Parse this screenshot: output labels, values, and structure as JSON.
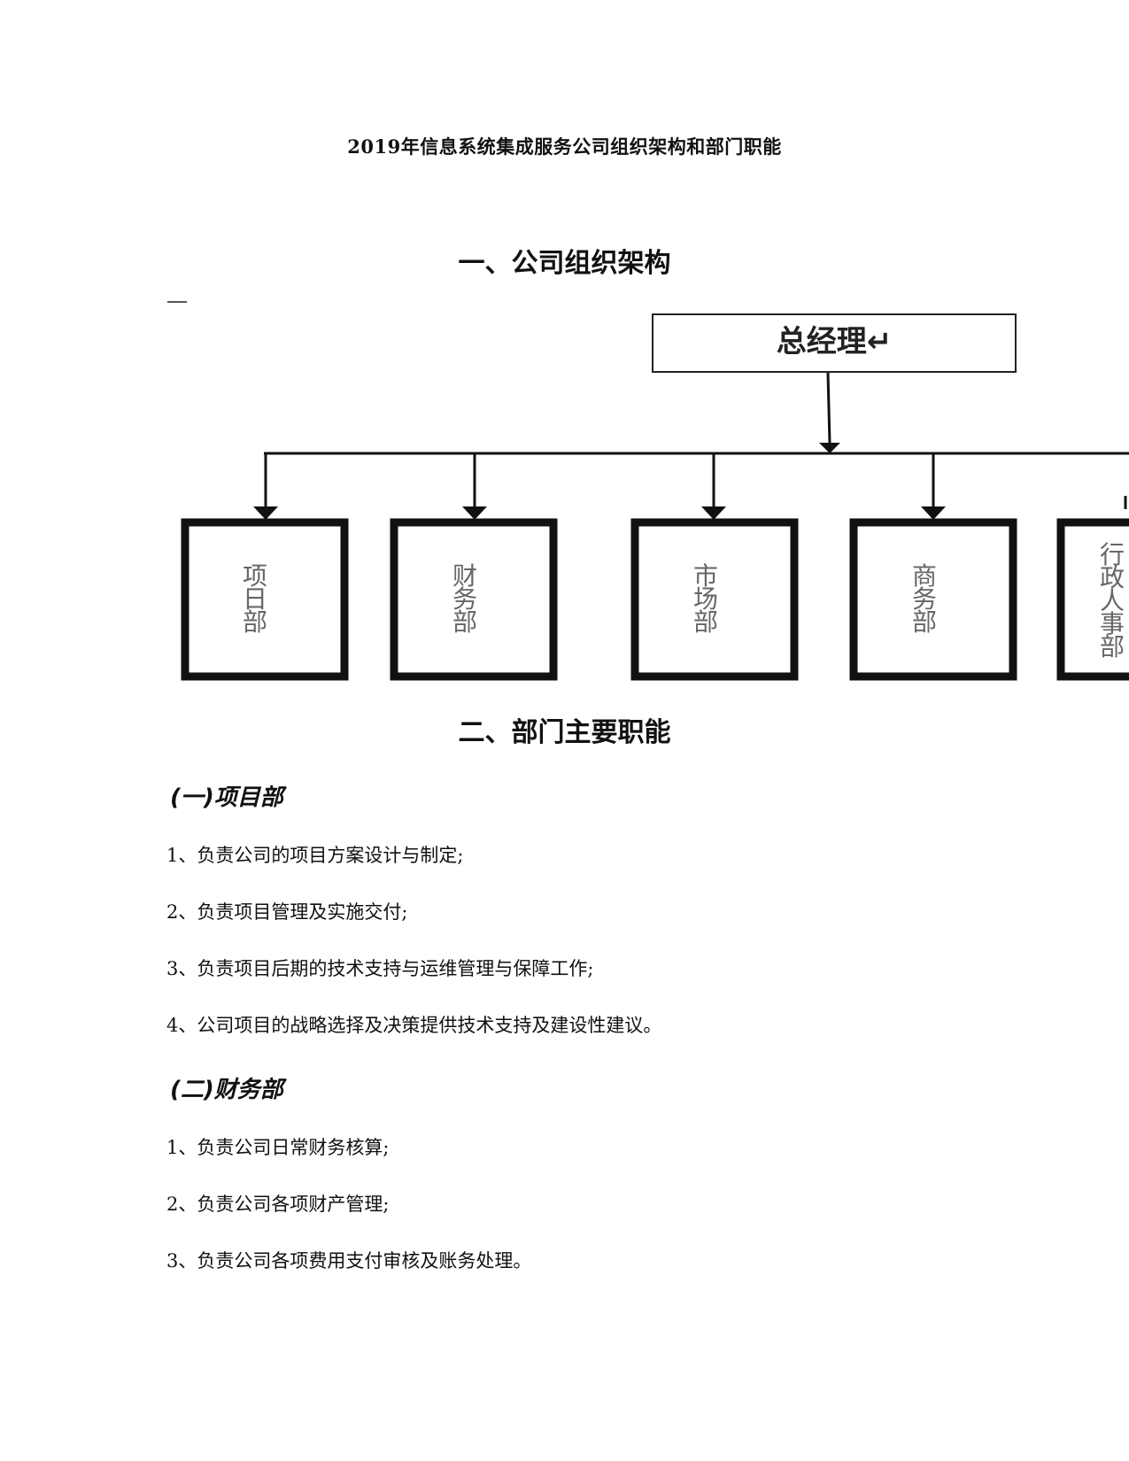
{
  "document": {
    "title": "2019年信息系统集成服务公司组织架构和部门职能"
  },
  "section1": {
    "heading": "一、公司组织架构"
  },
  "org_chart": {
    "top": "总经理↵",
    "departments": [
      {
        "lines": [
          "项",
          "日",
          "部"
        ]
      },
      {
        "lines": [
          "财",
          "务",
          "部"
        ]
      },
      {
        "lines": [
          "市",
          "场",
          "部"
        ]
      },
      {
        "lines": [
          "商",
          "务",
          "部"
        ]
      },
      {
        "lines": [
          "行",
          "政",
          "人",
          "事",
          "部"
        ]
      }
    ]
  },
  "section2": {
    "heading": "二、部门主要职能"
  },
  "departments": [
    {
      "heading": "(一)项目部",
      "items": [
        "1、负责公司的项目方案设计与制定;",
        "2、负责项目管理及实施交付;",
        "3、负责项目后期的技术支持与运维管理与保障工作;",
        "4、公司项目的战略选择及决策提供技术支持及建设性建议。"
      ]
    },
    {
      "heading": "(二)财务部",
      "items": [
        "1、负责公司日常财务核算;",
        "2、负责公司各项财产管理;",
        "3、负责公司各项费用支付审核及账务处理。"
      ]
    }
  ]
}
